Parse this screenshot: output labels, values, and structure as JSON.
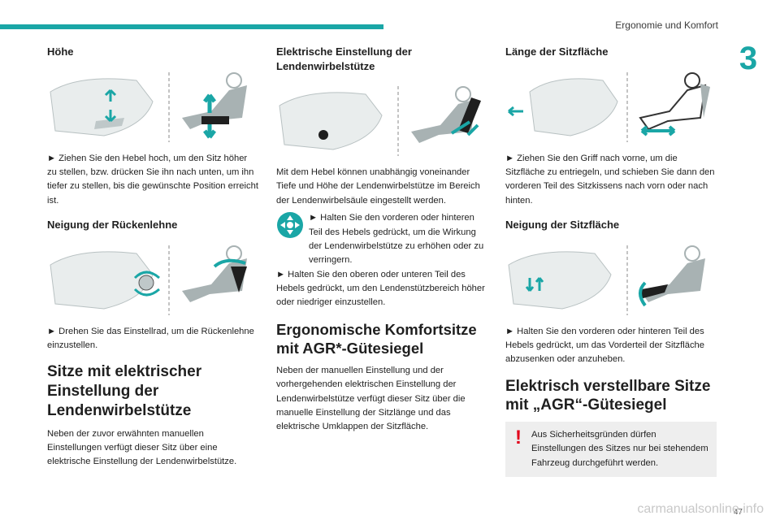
{
  "header": {
    "section": "Ergonomie und Komfort",
    "chapter": "3"
  },
  "col1": {
    "h_hoehe": "Höhe",
    "p_hoehe": "► Ziehen Sie den Hebel hoch, um den Sitz höher zu stellen, bzw. drücken Sie ihn nach unten, um ihn tiefer zu stellen, bis die gewünschte Position erreicht ist.",
    "h_neigung": "Neigung der Rückenlehne",
    "p_neigung": "► Drehen Sie das Einstellrad, um die Rückenlehne einzustellen.",
    "h2_title": "Sitze mit elektrischer Einstellung der Lendenwirbelstütze",
    "p_intro": "Neben der zuvor erwähnten manuellen Einstellungen verfügt dieser Sitz über eine elektrische Einstellung der Lendenwirbelstütze."
  },
  "col2": {
    "h_elektr": "Elektrische Einstellung der Lendenwirbelstütze",
    "p_elektr": "Mit dem Hebel können unabhängig voneinander Tiefe und Höhe der Lendenwirbelstütze im Bereich der Lendenwirbelsäule eingestellt werden.",
    "p_step1": "► Halten Sie den vorderen oder hinteren Teil des Hebels gedrückt, um die Wirkung der Lendenwirbelstütze zu erhöhen oder zu verringern.",
    "p_step2": "► Halten Sie den oberen oder unteren Teil des Hebels gedrückt, um den Lendenstützbereich höher oder niedriger einzustellen.",
    "h2_agr": "Ergonomische Komfortsitze mit AGR*-Gütesiegel",
    "p_agr": "Neben der manuellen Einstellung und der vorhergehenden elektrischen Einstellung der Lendenwirbelstütze verfügt dieser Sitz über die manuelle Einstellung der Sitzlänge und das elektrische Umklappen der Sitzfläche."
  },
  "col3": {
    "h_laenge": "Länge der Sitzfläche",
    "p_laenge": "► Ziehen Sie den Griff nach vorne, um die Sitzfläche zu entriegeln, und schieben Sie dann den vorderen Teil des Sitzkissens nach vorn oder nach hinten.",
    "h_neigung_sf": "Neigung der Sitzfläche",
    "p_neigung_sf": "► Halten Sie den vorderen oder hinteren Teil des Hebels gedrückt, um das Vorderteil der Sitzfläche abzusenken oder anzuheben.",
    "h2_elektrisch": "Elektrisch verstellbare Sitze mit „AGR“-Gütesiegel",
    "warning": "Aus Sicherheitsgründen dürfen Einstellungen des Sitzes nur bei stehendem Fahrzeug durchgeführt werden."
  },
  "footer": {
    "page": "47",
    "watermark": "carmanualsonline.info"
  },
  "colors": {
    "accent": "#1aa6a6",
    "warning": "#e2001a",
    "illustration": "#a8b2b3"
  }
}
